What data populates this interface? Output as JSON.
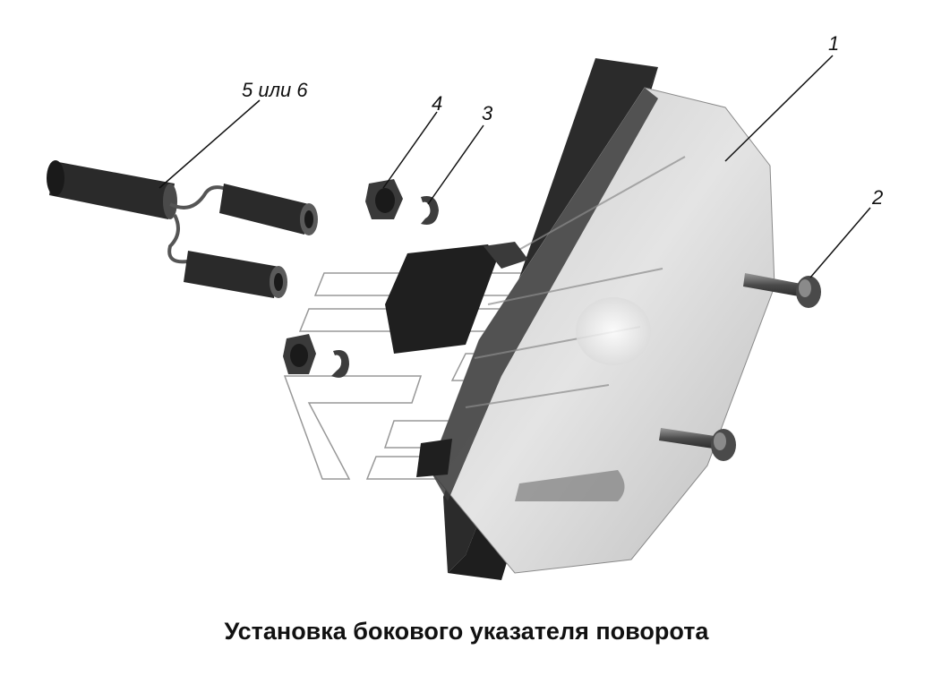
{
  "caption": "Установка бокового указателя поворота",
  "callouts": {
    "part1": "1",
    "part2": "2",
    "part3": "3",
    "part4": "4",
    "part5_6": "5 или 6"
  },
  "colors": {
    "housing_dark": "#2c2c2c",
    "lens_light": "#d9d9d9",
    "metal": "#6a6a6a",
    "watermark": "#d4d4d4"
  }
}
